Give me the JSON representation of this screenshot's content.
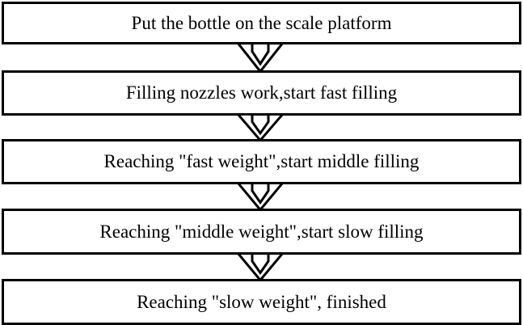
{
  "flowchart": {
    "steps": [
      "Put the bottle on the scale platform",
      "Filling nozzles work,start fast filling",
      "Reaching \"fast weight\",start middle filling",
      "Reaching \"middle weight\",start slow filling",
      "Reaching \"slow weight\", finished"
    ],
    "connector_icon": "hollow-notched-down-arrow",
    "colors": {
      "box_border": "#000000",
      "box_fill": "#ffffff",
      "text": "#000000",
      "background": "#ffffff",
      "arrow_stroke": "#000000",
      "arrow_fill": "#ffffff"
    }
  }
}
